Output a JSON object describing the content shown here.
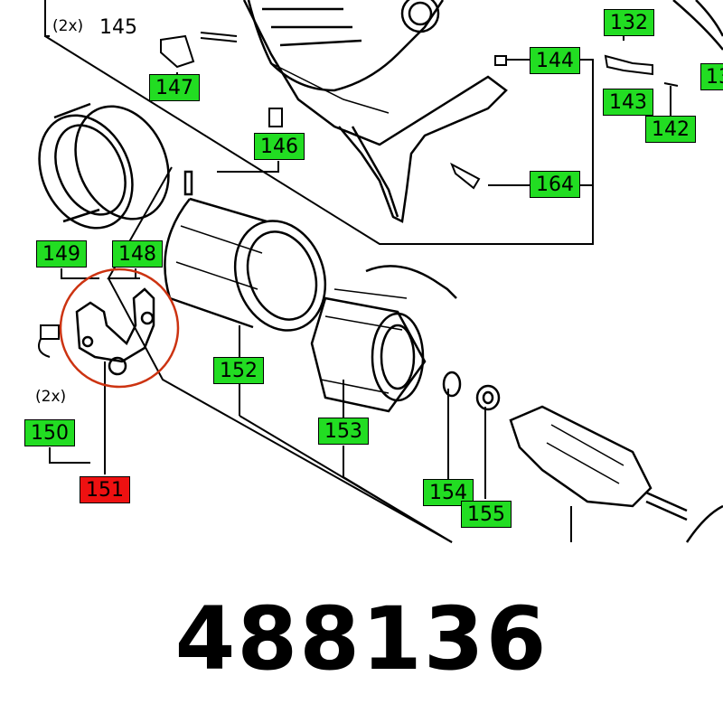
{
  "colors": {
    "callout_background": "#22dd22",
    "highlight_background": "#ee1111",
    "highlight_circle": "#cc3311",
    "line": "#000000"
  },
  "quantity_labels": {
    "q145": "(2x)",
    "q150": "(2x)"
  },
  "callouts": {
    "c132": "132",
    "c144": "144",
    "c147": "147",
    "c143": "143",
    "c142": "142",
    "c146": "146",
    "c164": "164",
    "c149": "149",
    "c148": "148",
    "c152": "152",
    "c150": "150",
    "c153": "153",
    "c151": "151",
    "c154": "154",
    "c155": "155",
    "c13x": "13",
    "c145": "145"
  },
  "highlighted_part": "151",
  "part_number": "488136"
}
